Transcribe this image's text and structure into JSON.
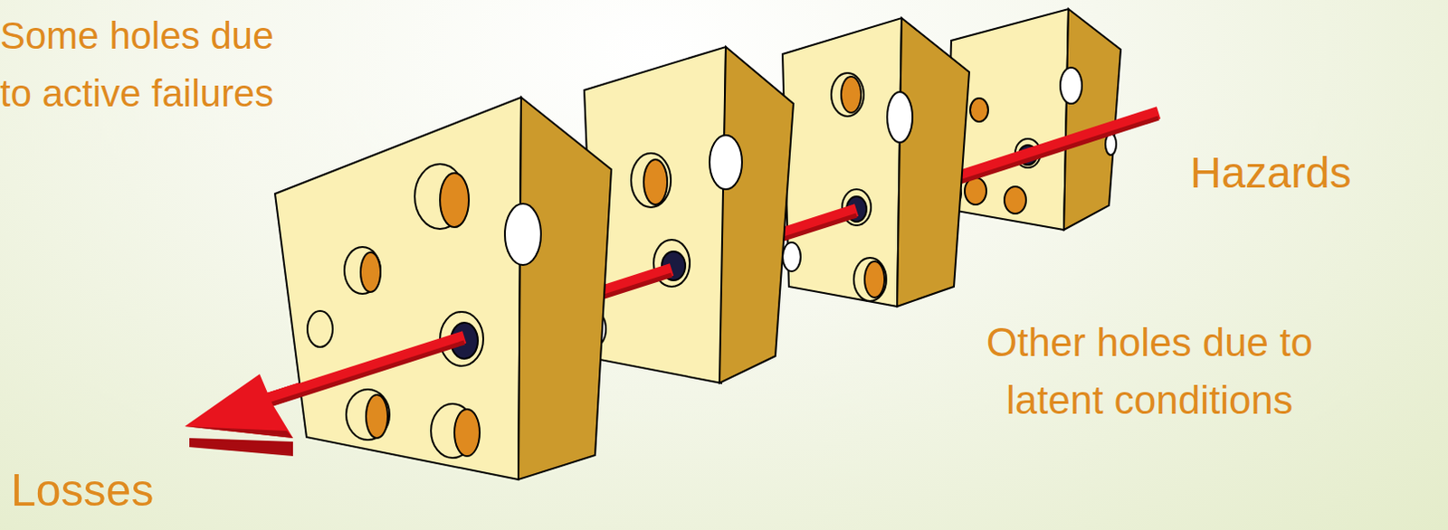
{
  "diagram": {
    "labels": [
      "Some holes due to active failures",
      "Hazards",
      "Other holes due to latent conditions",
      "Losses"
    ]
  }
}
